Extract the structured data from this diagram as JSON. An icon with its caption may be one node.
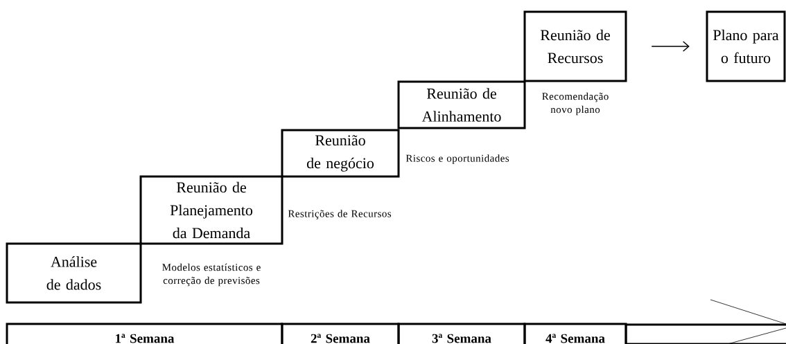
{
  "diagram": {
    "nodes": [
      {
        "text": [
          "Análise de dados"
        ],
        "beside": [
          "Modelos estatísticos e correção de previsões"
        ]
      },
      {
        "text": [
          "Reunião de Planejamento da Demanda"
        ],
        "beside": [
          "Restrições de Recursos"
        ]
      },
      {
        "text": [
          "Reunião de negócio"
        ],
        "beside": [
          "Riscos e oportunidades"
        ]
      },
      {
        "text": [
          "Reunião de Alinhamento"
        ],
        "beside": [
          "Recomendação novo plano"
        ]
      },
      {
        "text": [
          "Reunião de Recursos"
        ]
      },
      {
        "text": [
          "Plano para o futuro"
        ]
      },
      {
        "text": [
          "1ª Semana"
        ]
      },
      {
        "text": [
          "2ª Semana"
        ]
      },
      {
        "text": [
          "3ª Semana"
        ]
      },
      {
        "text": [
          "4ª Semana"
        ]
      }
    ],
    "edges": [
      {
        "from": 4,
        "to": 5,
        "arrow": "to"
      }
    ]
  }
}
